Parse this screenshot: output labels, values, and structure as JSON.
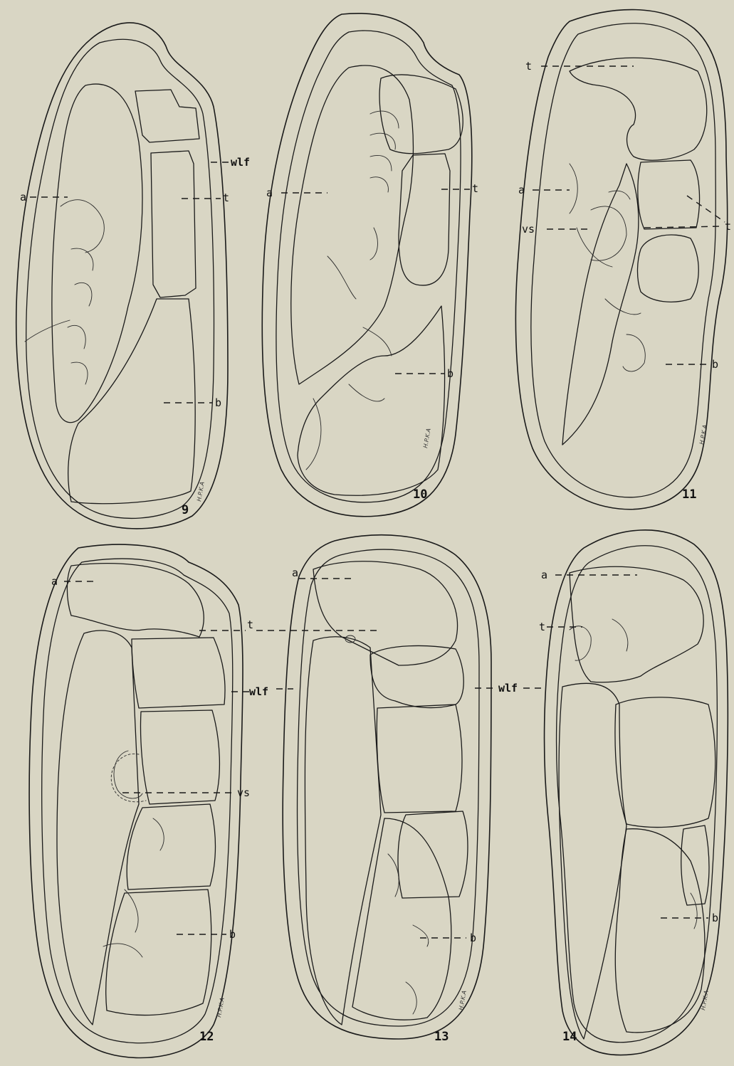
{
  "labels": {
    "a": "a",
    "t": "t",
    "b": "b",
    "wlf": "wlf",
    "vs": "vs"
  },
  "figures": [
    {
      "number": "9"
    },
    {
      "number": "10"
    },
    {
      "number": "11"
    },
    {
      "number": "12"
    },
    {
      "number": "13"
    },
    {
      "number": "14"
    }
  ],
  "artist_initials": "H.P.K.A"
}
